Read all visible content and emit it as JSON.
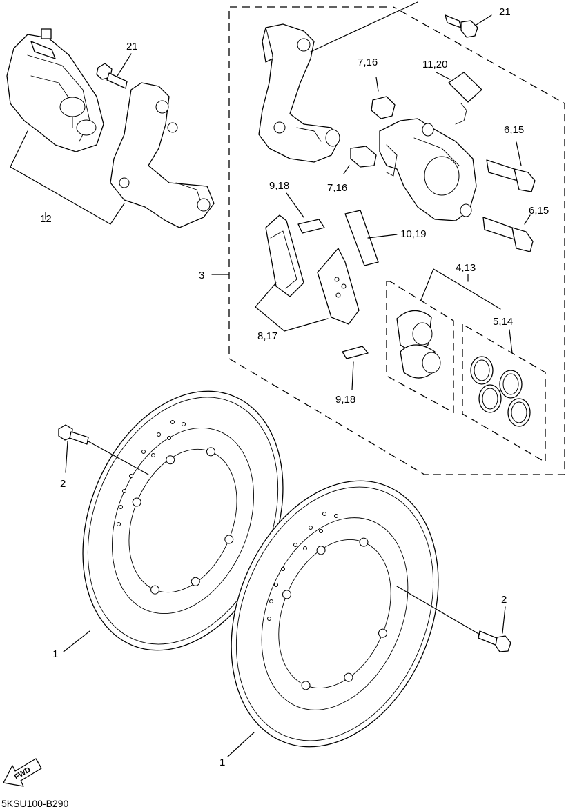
{
  "labels": {
    "l21a": "21",
    "l21b": "21",
    "l12": "12",
    "l3": "3",
    "l716a": "7,16",
    "l716b": "7,16",
    "l1120": "11,20",
    "l615a": "6,15",
    "l615b": "6,15",
    "l918a": "9,18",
    "l918b": "9,18",
    "l1019": "10,19",
    "l817": "8,17",
    "l413": "4,13",
    "l514": "5,14",
    "l2a": "2",
    "l2b": "2",
    "l1a": "1",
    "l1b": "1"
  },
  "fwd": "FWD",
  "diagram_code": "5KSU100-B290"
}
